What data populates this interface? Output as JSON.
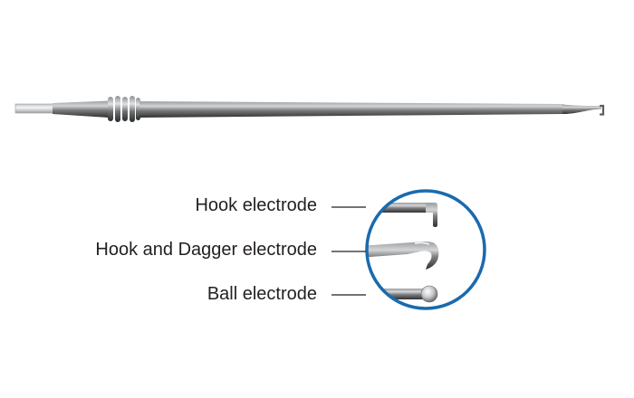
{
  "labels": {
    "hook": "Hook electrode",
    "hook_dagger": "Hook and Dagger electrode",
    "ball": "Ball electrode"
  },
  "colors": {
    "circle_border": "#1a6aae",
    "shaft_dark": "#3c3e40",
    "shaft_light": "#c9cbcd",
    "connector": "#e4e6e8",
    "text": "#231f20",
    "leader_line": "#231f20"
  },
  "icons": {
    "instrument": "electrosurgical-electrode-icon",
    "zoom": "electrode-tips-magnifier-icon"
  }
}
